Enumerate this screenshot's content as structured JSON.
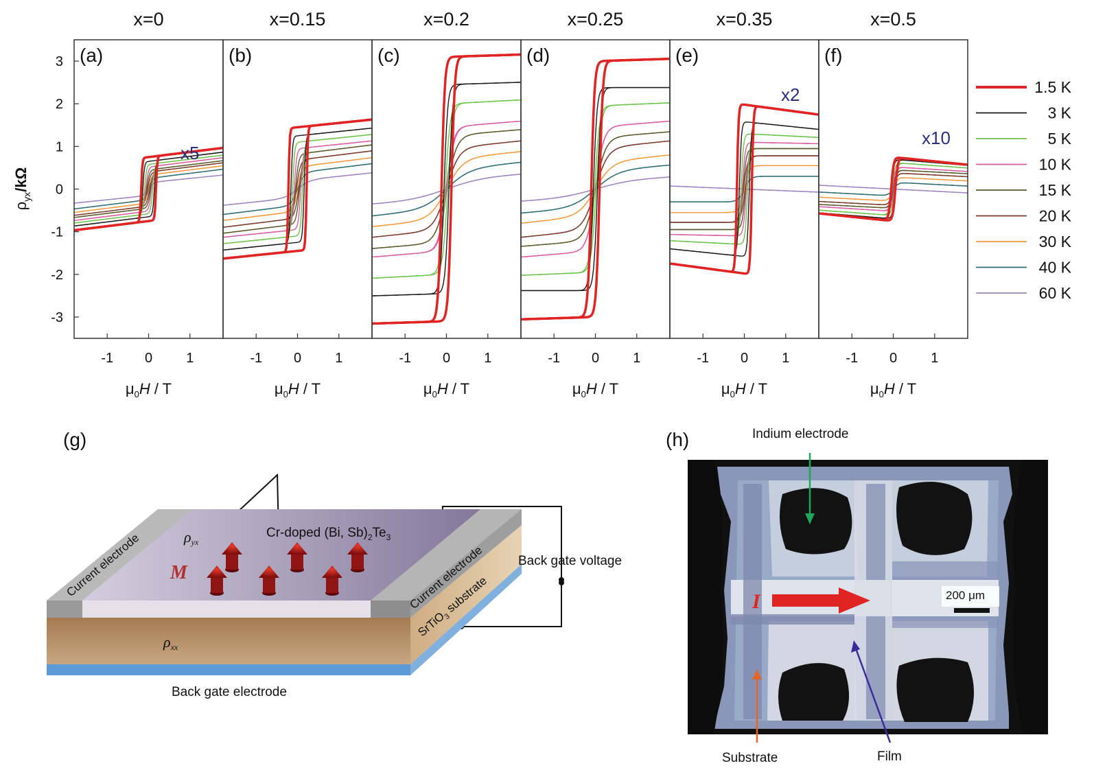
{
  "chart_data": {
    "type": "line",
    "ylabel": "ρ_yx/kΩ",
    "ylabel_main": "ρ",
    "ylabel_sub": "yx",
    "ylabel_unit": "/kΩ",
    "xlabel": "μ0H / T",
    "xlabel_mu": "μ",
    "xlabel_sub": "0",
    "xlabel_rest": "H / T",
    "xlim": [
      -1.8,
      1.8
    ],
    "ylim": [
      -3.5,
      3.5
    ],
    "x_ticks": [
      -1,
      0,
      1
    ],
    "x_tick_labels": [
      "-1",
      "0",
      "1"
    ],
    "y_ticks": [
      3,
      2,
      1,
      0,
      -1,
      -2,
      -3
    ],
    "y_tick_labels": [
      "3",
      "2",
      "1",
      "0",
      "-1",
      "-2",
      "-3"
    ],
    "legend_position": "right",
    "series": [
      {
        "name": "1.5 K",
        "color": "#e02424",
        "width": 3.5
      },
      {
        "name": "3 K",
        "color": "#1a1a1a",
        "width": 1.4
      },
      {
        "name": "5 K",
        "color": "#6cc24a",
        "width": 1.4
      },
      {
        "name": "10 K",
        "color": "#d85ca0",
        "width": 1.4
      },
      {
        "name": "15 K",
        "color": "#5b5a2c",
        "width": 1.4
      },
      {
        "name": "20 K",
        "color": "#7a3b2c",
        "width": 1.4
      },
      {
        "name": "30 K",
        "color": "#f39a3d",
        "width": 1.4
      },
      {
        "name": "40 K",
        "color": "#2f6d73",
        "width": 1.4
      },
      {
        "name": "60 K",
        "color": "#9d85c0",
        "width": 1.4
      }
    ],
    "panels": [
      {
        "label": "(a)",
        "title": "x=0",
        "multiplier": "x5",
        "curves": [
          {
            "sat": 0.75,
            "slope": 0.12,
            "hc": 0.18,
            "w": 0.03
          },
          {
            "sat": 0.65,
            "slope": 0.12,
            "hc": 0.14,
            "w": 0.04
          },
          {
            "sat": 0.58,
            "slope": 0.12,
            "hc": 0.1,
            "w": 0.05
          },
          {
            "sat": 0.52,
            "slope": 0.12,
            "hc": 0.07,
            "w": 0.06
          },
          {
            "sat": 0.45,
            "slope": 0.12,
            "hc": 0.05,
            "w": 0.07
          },
          {
            "sat": 0.4,
            "slope": 0.12,
            "hc": 0.03,
            "w": 0.08
          },
          {
            "sat": 0.33,
            "slope": 0.12,
            "hc": 0.02,
            "w": 0.09
          },
          {
            "sat": 0.25,
            "slope": 0.12,
            "hc": 0.01,
            "w": 0.1
          },
          {
            "sat": 0.15,
            "slope": 0.1,
            "hc": 0.0,
            "w": 0.12
          }
        ]
      },
      {
        "label": "(b)",
        "title": "x=0.15",
        "multiplier": "",
        "curves": [
          {
            "sat": 1.45,
            "slope": 0.1,
            "hc": 0.22,
            "w": 0.03
          },
          {
            "sat": 1.25,
            "slope": 0.1,
            "hc": 0.16,
            "w": 0.04
          },
          {
            "sat": 1.1,
            "slope": 0.1,
            "hc": 0.12,
            "w": 0.05
          },
          {
            "sat": 0.95,
            "slope": 0.1,
            "hc": 0.08,
            "w": 0.06
          },
          {
            "sat": 0.82,
            "slope": 0.12,
            "hc": 0.05,
            "w": 0.08
          },
          {
            "sat": 0.68,
            "slope": 0.12,
            "hc": 0.03,
            "w": 0.1
          },
          {
            "sat": 0.52,
            "slope": 0.12,
            "hc": 0.02,
            "w": 0.12
          },
          {
            "sat": 0.38,
            "slope": 0.12,
            "hc": 0.0,
            "w": 0.16
          },
          {
            "sat": 0.2,
            "slope": 0.1,
            "hc": 0.0,
            "w": 0.3
          }
        ]
      },
      {
        "label": "(c)",
        "title": "x=0.2",
        "multiplier": "",
        "curves": [
          {
            "sat": 3.1,
            "slope": 0.03,
            "hc": 0.12,
            "w": 0.08
          },
          {
            "sat": 2.45,
            "slope": 0.03,
            "hc": 0.06,
            "w": 0.09
          },
          {
            "sat": 2.0,
            "slope": 0.05,
            "hc": 0.03,
            "w": 0.12
          },
          {
            "sat": 1.45,
            "slope": 0.08,
            "hc": 0.01,
            "w": 0.18
          },
          {
            "sat": 1.25,
            "slope": 0.08,
            "hc": 0.0,
            "w": 0.25
          },
          {
            "sat": 0.95,
            "slope": 0.1,
            "hc": 0.0,
            "w": 0.3
          },
          {
            "sat": 0.7,
            "slope": 0.1,
            "hc": 0.0,
            "w": 0.4
          },
          {
            "sat": 0.45,
            "slope": 0.1,
            "hc": 0.0,
            "w": 0.55
          },
          {
            "sat": 0.25,
            "slope": 0.06,
            "hc": 0.0,
            "w": 0.9
          }
        ]
      },
      {
        "label": "(d)",
        "title": "x=0.25",
        "multiplier": "",
        "curves": [
          {
            "sat": 3.0,
            "slope": 0.03,
            "hc": 0.1,
            "w": 0.08
          },
          {
            "sat": 2.38,
            "slope": 0.0,
            "hc": 0.05,
            "w": 0.09
          },
          {
            "sat": 1.95,
            "slope": 0.04,
            "hc": 0.02,
            "w": 0.12
          },
          {
            "sat": 1.45,
            "slope": 0.08,
            "hc": 0.0,
            "w": 0.2
          },
          {
            "sat": 1.2,
            "slope": 0.08,
            "hc": 0.0,
            "w": 0.25
          },
          {
            "sat": 0.95,
            "slope": 0.1,
            "hc": 0.0,
            "w": 0.3
          },
          {
            "sat": 0.62,
            "slope": 0.1,
            "hc": 0.0,
            "w": 0.4
          },
          {
            "sat": 0.42,
            "slope": 0.08,
            "hc": 0.0,
            "w": 0.55
          },
          {
            "sat": 0.2,
            "slope": 0.05,
            "hc": 0.0,
            "w": 0.9
          }
        ]
      },
      {
        "label": "(e)",
        "title": "x=0.35",
        "multiplier": "x2",
        "curves": [
          {
            "sat": 1.98,
            "slope": -0.13,
            "hc": 0.18,
            "w": 0.04
          },
          {
            "sat": 1.58,
            "slope": -0.1,
            "hc": 0.12,
            "w": 0.05
          },
          {
            "sat": 1.3,
            "slope": -0.05,
            "hc": 0.08,
            "w": 0.06
          },
          {
            "sat": 1.1,
            "slope": -0.02,
            "hc": 0.05,
            "w": 0.07
          },
          {
            "sat": 0.95,
            "slope": 0.0,
            "hc": 0.03,
            "w": 0.08
          },
          {
            "sat": 0.78,
            "slope": 0.0,
            "hc": 0.02,
            "w": 0.1
          },
          {
            "sat": 0.55,
            "slope": 0.0,
            "hc": 0.0,
            "w": 0.12
          },
          {
            "sat": 0.3,
            "slope": 0.0,
            "hc": 0.0,
            "w": 0.15
          },
          {
            "sat": 0.0,
            "slope": -0.04,
            "hc": 0.0,
            "w": 0.2
          }
        ]
      },
      {
        "label": "(f)",
        "title": "x=0.5",
        "multiplier": "x10",
        "curves": [
          {
            "sat": 0.75,
            "slope": -0.1,
            "hc": 0.05,
            "w": 0.06
          },
          {
            "sat": 0.7,
            "slope": -0.08,
            "hc": 0.04,
            "w": 0.06
          },
          {
            "sat": 0.62,
            "slope": -0.07,
            "hc": 0.03,
            "w": 0.07
          },
          {
            "sat": 0.52,
            "slope": -0.06,
            "hc": 0.02,
            "w": 0.07
          },
          {
            "sat": 0.45,
            "slope": -0.05,
            "hc": 0.01,
            "w": 0.08
          },
          {
            "sat": 0.38,
            "slope": -0.05,
            "hc": 0.0,
            "w": 0.09
          },
          {
            "sat": 0.28,
            "slope": -0.05,
            "hc": 0.0,
            "w": 0.1
          },
          {
            "sat": 0.16,
            "slope": -0.05,
            "hc": 0.0,
            "w": 0.12
          },
          {
            "sat": 0.0,
            "slope": -0.05,
            "hc": 0.0,
            "w": 0.15
          }
        ]
      }
    ]
  },
  "panel_g": {
    "label": "(g)",
    "film_label_main": "Cr-doped (Bi, Sb)",
    "film_label_sub": "2",
    "film_label_end": "Te",
    "film_label_sub2": "3",
    "magnetization": "M",
    "rho_yx": "ρ",
    "rho_yx_sub": "yx",
    "rho_xx": "ρ",
    "rho_xx_sub": "xx",
    "current_electrode_left": "Current electrode",
    "current_electrode_right": "Current electrode",
    "substrate_label_a": "SrTiO",
    "substrate_label_sub": "3",
    "substrate_label_b": " substrate",
    "back_gate_voltage": "Back gate voltage",
    "back_gate_electrode": "Back gate electrode"
  },
  "panel_h": {
    "label": "(h)",
    "indium_electrode": "Indium electrode",
    "current_symbol": "I",
    "scale_bar": "200 μm",
    "substrate": "Substrate",
    "film": "Film"
  }
}
